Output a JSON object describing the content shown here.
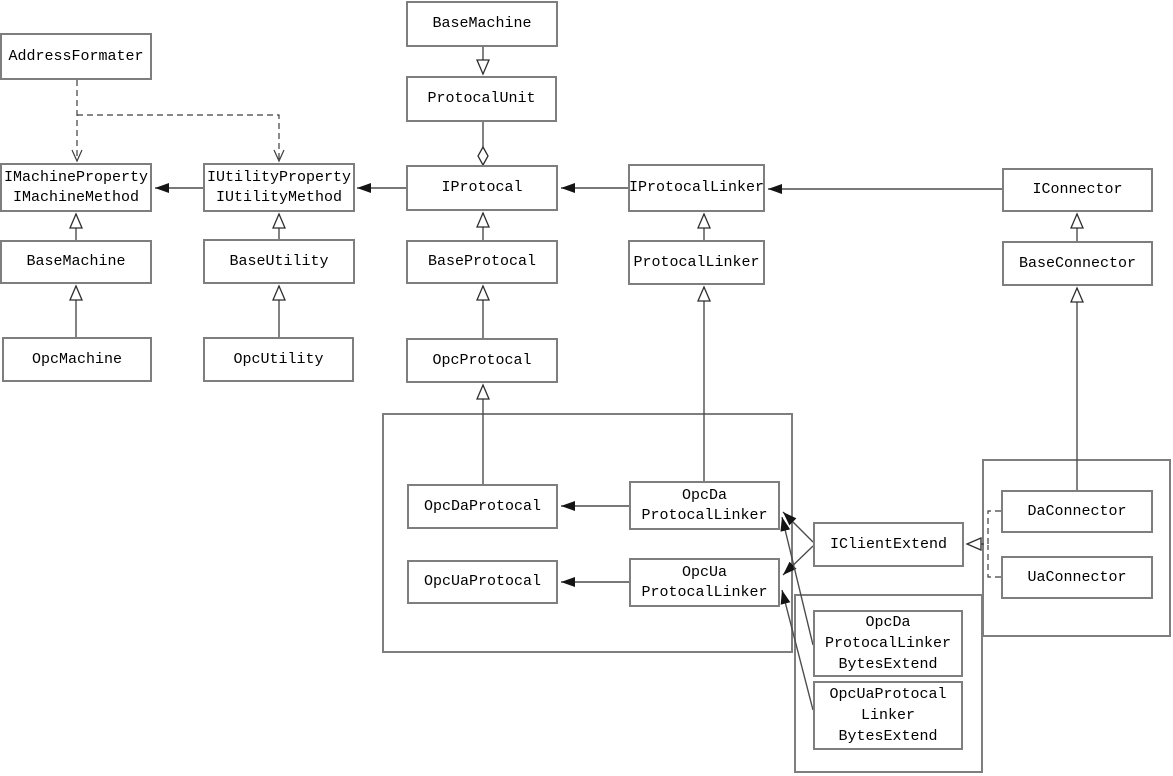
{
  "diagram": {
    "type": "uml-class-diagram",
    "nodes": [
      {
        "id": "address-formater",
        "label": "AddressFormater"
      },
      {
        "id": "imachine-interface",
        "label": "IMachineProperty\nIMachineMethod"
      },
      {
        "id": "base-machine-left",
        "label": "BaseMachine"
      },
      {
        "id": "opc-machine",
        "label": "OpcMachine"
      },
      {
        "id": "iutility-interface",
        "label": "IUtilityProperty\nIUtilityMethod"
      },
      {
        "id": "base-utility",
        "label": "BaseUtility"
      },
      {
        "id": "opc-utility",
        "label": "OpcUtility"
      },
      {
        "id": "base-machine-top",
        "label": "BaseMachine"
      },
      {
        "id": "protocal-unit",
        "label": "ProtocalUnit"
      },
      {
        "id": "iprotocal",
        "label": "IProtocal"
      },
      {
        "id": "base-protocal",
        "label": "BaseProtocal"
      },
      {
        "id": "opc-protocal",
        "label": "OpcProtocal"
      },
      {
        "id": "iprotocal-linker",
        "label": "IProtocalLinker"
      },
      {
        "id": "protocal-linker",
        "label": "ProtocalLinker"
      },
      {
        "id": "iconnector",
        "label": "IConnector"
      },
      {
        "id": "base-connector",
        "label": "BaseConnector"
      },
      {
        "id": "opcda-protocal",
        "label": "OpcDaProtocal"
      },
      {
        "id": "opcua-protocal",
        "label": "OpcUaProtocal"
      },
      {
        "id": "opcda-protocal-linker",
        "label": "OpcDa\nProtocalLinker"
      },
      {
        "id": "opcua-protocal-linker",
        "label": "OpcUa\nProtocalLinker"
      },
      {
        "id": "iclient-extend",
        "label": "IClientExtend"
      },
      {
        "id": "da-connector",
        "label": "DaConnector"
      },
      {
        "id": "ua-connector",
        "label": "UaConnector"
      },
      {
        "id": "opcda-protocal-linker-bytes",
        "label": "OpcDa\nProtocalLinker\nBytesExtend"
      },
      {
        "id": "opcua-protocal-linker-bytes",
        "label": "OpcUaProtocal\nLinker\nBytesExtend"
      }
    ],
    "edges": [
      {
        "from": "address-formater",
        "to": "imachine-interface",
        "type": "dashed-dependency"
      },
      {
        "from": "address-formater",
        "to": "iutility-interface",
        "type": "dashed-dependency"
      },
      {
        "from": "base-machine-left",
        "to": "imachine-interface",
        "type": "generalization"
      },
      {
        "from": "opc-machine",
        "to": "base-machine-left",
        "type": "generalization"
      },
      {
        "from": "base-utility",
        "to": "iutility-interface",
        "type": "generalization"
      },
      {
        "from": "opc-utility",
        "to": "base-utility",
        "type": "generalization"
      },
      {
        "from": "iutility-interface",
        "to": "imachine-interface",
        "type": "association"
      },
      {
        "from": "iprotocal",
        "to": "iutility-interface",
        "type": "association"
      },
      {
        "from": "base-machine-top",
        "to": "protocal-unit",
        "type": "generalization"
      },
      {
        "from": "protocal-unit",
        "to": "iprotocal",
        "type": "aggregation"
      },
      {
        "from": "base-protocal",
        "to": "iprotocal",
        "type": "generalization"
      },
      {
        "from": "opc-protocal",
        "to": "base-protocal",
        "type": "generalization"
      },
      {
        "from": "opcda-protocal",
        "to": "opc-protocal",
        "type": "generalization"
      },
      {
        "from": "iprotocal-linker",
        "to": "iprotocal",
        "type": "association"
      },
      {
        "from": "protocal-linker",
        "to": "iprotocal-linker",
        "type": "generalization"
      },
      {
        "from": "opcda-protocal-linker",
        "to": "protocal-linker",
        "type": "generalization"
      },
      {
        "from": "iconnector",
        "to": "iprotocal-linker",
        "type": "association"
      },
      {
        "from": "base-connector",
        "to": "iconnector",
        "type": "generalization"
      },
      {
        "from": "da-connector",
        "to": "base-connector",
        "type": "generalization"
      },
      {
        "from": "opcda-protocal-linker",
        "to": "opcda-protocal",
        "type": "association"
      },
      {
        "from": "opcua-protocal-linker",
        "to": "opcua-protocal",
        "type": "association"
      },
      {
        "from": "iclient-extend",
        "to": "opcda-protocal-linker",
        "type": "association"
      },
      {
        "from": "iclient-extend",
        "to": "opcua-protocal-linker",
        "type": "association"
      },
      {
        "from": "opcda-protocal-linker-bytes",
        "to": "opcda-protocal-linker",
        "type": "association"
      },
      {
        "from": "opcua-protocal-linker-bytes",
        "to": "opcua-protocal-linker",
        "type": "association"
      },
      {
        "from": "da-connector",
        "to": "iclient-extend",
        "type": "dashed-realization"
      },
      {
        "from": "ua-connector",
        "to": "iclient-extend",
        "type": "dashed-realization"
      }
    ]
  }
}
